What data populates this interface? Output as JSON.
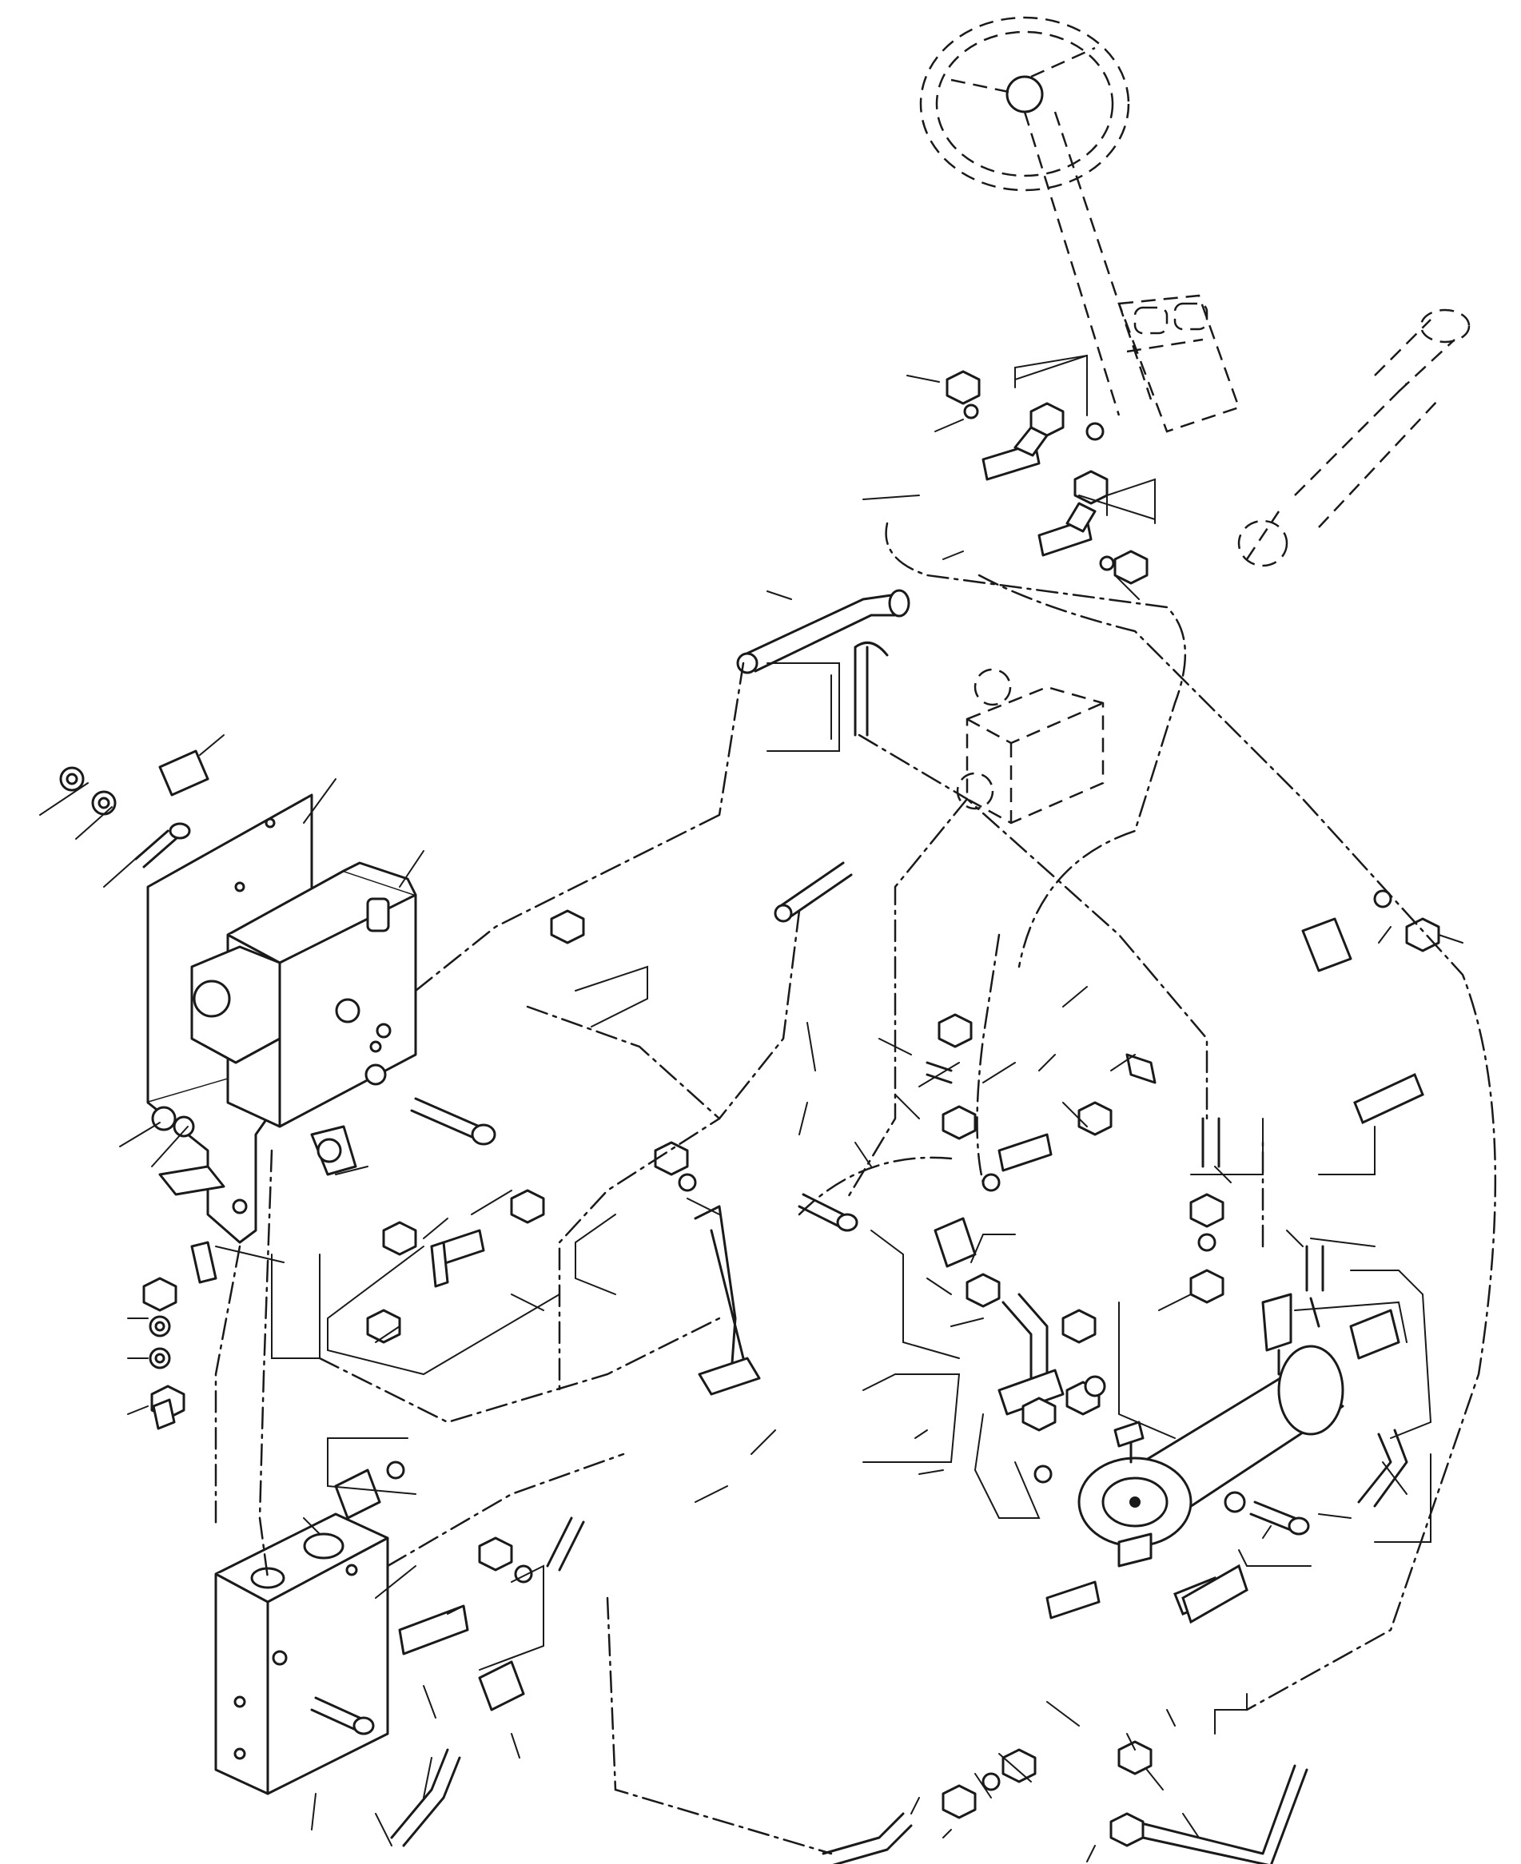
{
  "diagram": {
    "colors": {
      "ink": "#1a1a1a",
      "paper": "#ffffff"
    },
    "components": [
      "steering-wheel",
      "steering-valve",
      "steering-cylinder",
      "priority-valve",
      "main-control-valve",
      "mounting-bracket",
      "oil-cooler",
      "distribution-block",
      "hoses",
      "tee-fittings",
      "elbow-fittings",
      "nuts-and-washers",
      "bolts"
    ],
    "printed_text": []
  }
}
